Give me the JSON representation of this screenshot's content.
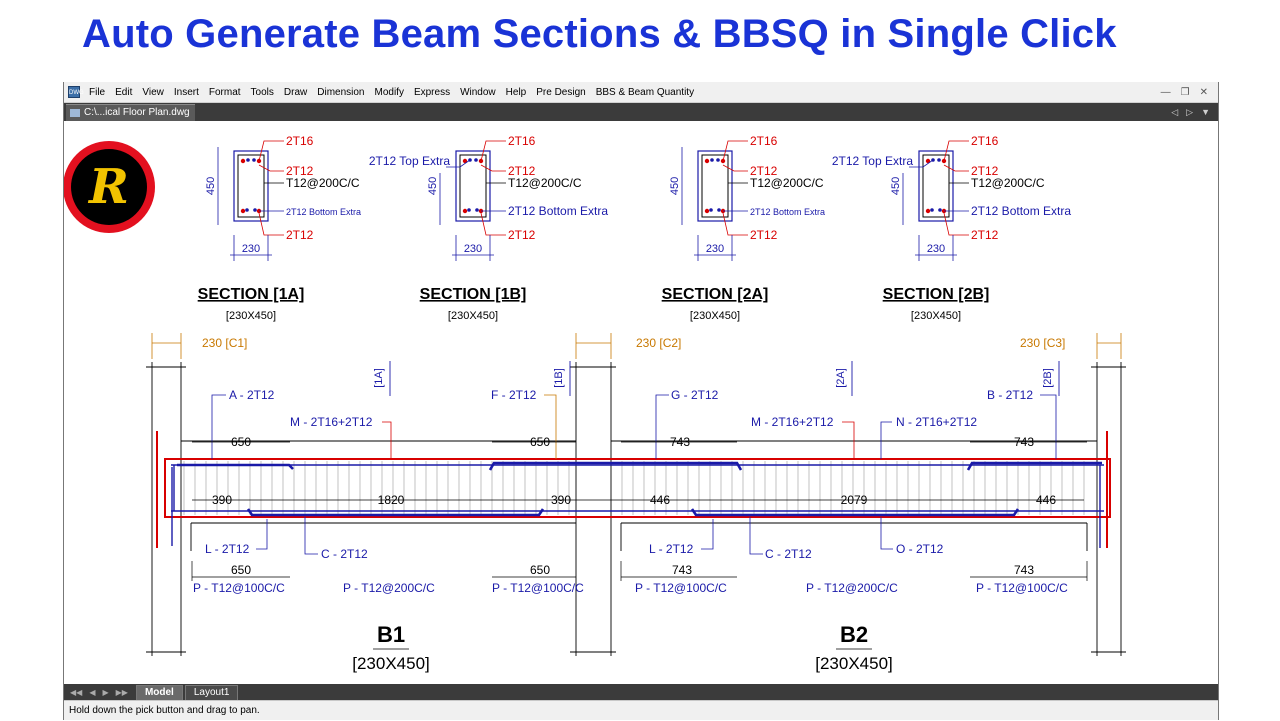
{
  "banner": {
    "title": "Auto Generate Beam Sections & BBSQ in Single Click"
  },
  "menubar": {
    "app_icon": "DWG",
    "items": [
      "File",
      "Edit",
      "View",
      "Insert",
      "Format",
      "Tools",
      "Draw",
      "Dimension",
      "Modify",
      "Express",
      "Window",
      "Help",
      "Pre Design",
      "BBS & Beam Quantity"
    ]
  },
  "tabbar": {
    "doc_tab": "C:\\...ical Floor Plan.dwg"
  },
  "logo": {
    "letter": "R",
    "ring_color": "#e3101f",
    "fill_color": "#000000",
    "letter_color": "#f2c300"
  },
  "sections": [
    {
      "title": "SECTION [1A]",
      "size": "[230X450]",
      "top": "2T16",
      "top_extra": "",
      "mid": "2T12",
      "stirrup": "T12@200C/C",
      "bottom_extra": "2T12 Bottom Extra",
      "bottom": "2T12",
      "depth": "450",
      "width": "230"
    },
    {
      "title": "SECTION [1B]",
      "size": "[230X450]",
      "top": "2T16",
      "top_extra": "2T12 Top Extra",
      "mid": "2T12",
      "stirrup": "T12@200C/C",
      "bottom_extra": "2T12 Bottom Extra",
      "bottom": "2T12",
      "depth": "450",
      "width": "230"
    },
    {
      "title": "SECTION [2A]",
      "size": "[230X450]",
      "top": "2T16",
      "top_extra": "",
      "mid": "2T12",
      "stirrup": "T12@200C/C",
      "bottom_extra": "2T12 Bottom Extra",
      "bottom": "2T12",
      "depth": "450",
      "width": "230"
    },
    {
      "title": "SECTION [2B]",
      "size": "[230X450]",
      "top": "2T16",
      "top_extra": "2T12 Top Extra",
      "mid": "2T12",
      "stirrup": "T12@200C/C",
      "bottom_extra": "2T12 Bottom Extra",
      "bottom": "2T12",
      "depth": "450",
      "width": "230"
    }
  ],
  "elevation": {
    "columns": [
      "230 [C1]",
      "230 [C2]",
      "230 [C3]"
    ],
    "cut_marks": [
      "[1A]",
      "[1B]",
      "[2A]",
      "[2B]"
    ],
    "top_labels": [
      "A - 2T12",
      "M - 2T16+2T12",
      "F - 2T12",
      "G - 2T12",
      "M - 2T16+2T12",
      "N - 2T16+2T12",
      "B - 2T12"
    ],
    "top_dims": [
      "650",
      "650",
      "743",
      "743"
    ],
    "mid_dims": [
      "390",
      "1820",
      "390",
      "446",
      "2079",
      "446"
    ],
    "bottom_labels": [
      "L - 2T12",
      "C - 2T12",
      "L - 2T12",
      "C - 2T12",
      "O - 2T12"
    ],
    "bottom_dims": [
      "650",
      "650",
      "743",
      "743"
    ],
    "stirrup_labels": [
      "P - T12@100C/C",
      "P - T12@200C/C",
      "P - T12@100C/C",
      "P - T12@100C/C",
      "P - T12@200C/C",
      "P - T12@100C/C"
    ],
    "beams": [
      {
        "name": "B1",
        "size": "[230X450]"
      },
      {
        "name": "B2",
        "size": "[230X450]"
      }
    ]
  },
  "layout_tabs": [
    "Model",
    "Layout1"
  ],
  "status": {
    "text": "Hold down the pick button and drag to pan."
  },
  "colors": {
    "red": "#d80000",
    "blue": "#1a1aa8",
    "orange": "#c87800",
    "black": "#000000"
  }
}
